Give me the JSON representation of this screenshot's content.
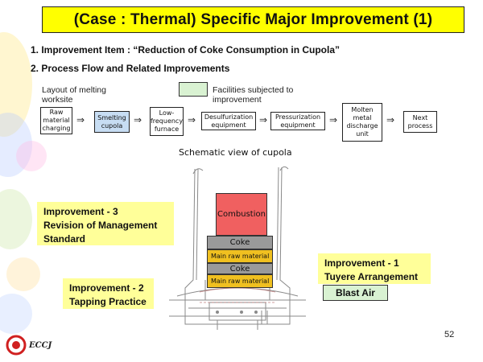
{
  "title": "(Case : Thermal)  Specific Major Improvement (1)",
  "item1": "1. Improvement Item : “Reduction of Coke Consumption in Cupola”",
  "item2": "2. Process Flow and Related Improvements",
  "layout_label": "Layout of melting worksite",
  "legend_label": "Facilities subjected to improvement",
  "flow": [
    {
      "label": "Raw material charging"
    },
    {
      "label": "Smelting cupola"
    },
    {
      "label": "Low-frequency furnace"
    },
    {
      "label": "Desulfurization equipment"
    },
    {
      "label": "Pressurization equipment"
    },
    {
      "label": "Molten metal discharge unit"
    },
    {
      "label": "Next process"
    }
  ],
  "schematic_title": "Schematic view of cupola",
  "cupola_layers": {
    "combustion": "Combustion",
    "coke1": "Coke",
    "raw1": "Main raw material",
    "coke2": "Coke",
    "raw2": "Main raw material"
  },
  "improvements": {
    "imp3": "Improvement - 3\nRevision of Management Standard",
    "imp2": "Improvement - 2\nTapping Practice",
    "imp1": "Improvement - 1\nTuyere Arrangement"
  },
  "blast_air": "Blast Air",
  "page_number": "52",
  "logo": "ECCJ",
  "colors": {
    "title_bg": "#ffff00",
    "highlight": "#c7ddf3",
    "improvement_bg": "#ffff99",
    "legend_green": "#d9f2d2"
  }
}
